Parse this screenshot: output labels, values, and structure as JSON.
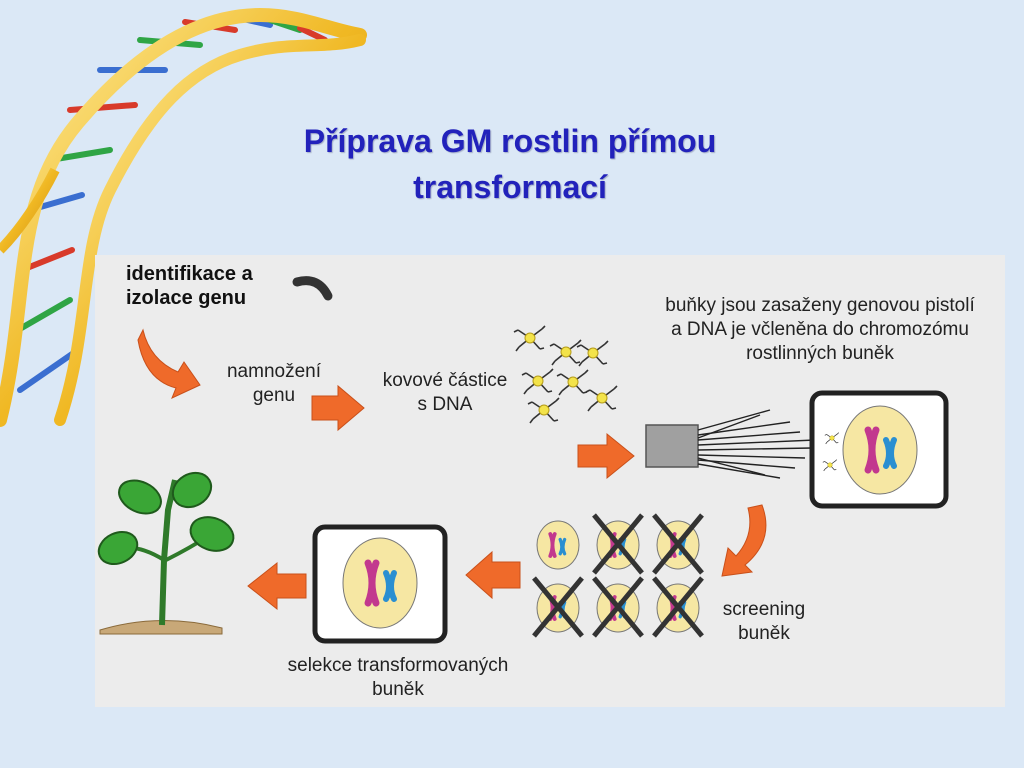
{
  "slide": {
    "title_line1": "Příprava GM rostlin přímou",
    "title_line2": "transformací"
  },
  "diagram": {
    "step1": [
      "identifikace a",
      "izolace genu"
    ],
    "step2": [
      "namnožení",
      "genu"
    ],
    "step3": [
      "kovové částice",
      "s DNA"
    ],
    "step4": [
      "buňky jsou zasaženy genovou pistolí",
      "a DNA je včleněna do chromozómu",
      "rostlinných buněk"
    ],
    "step5": [
      "screening",
      "buněk"
    ],
    "step6": [
      "selekce transformovaných",
      "buněk"
    ]
  },
  "colors": {
    "title": "#2222bb",
    "arrow": "#ef6a2a",
    "leaf": "#3aa636",
    "chromosome_pink": "#c2388e",
    "chromosome_blue": "#2a8fd1",
    "cell_fill": "#f6e7a3"
  }
}
